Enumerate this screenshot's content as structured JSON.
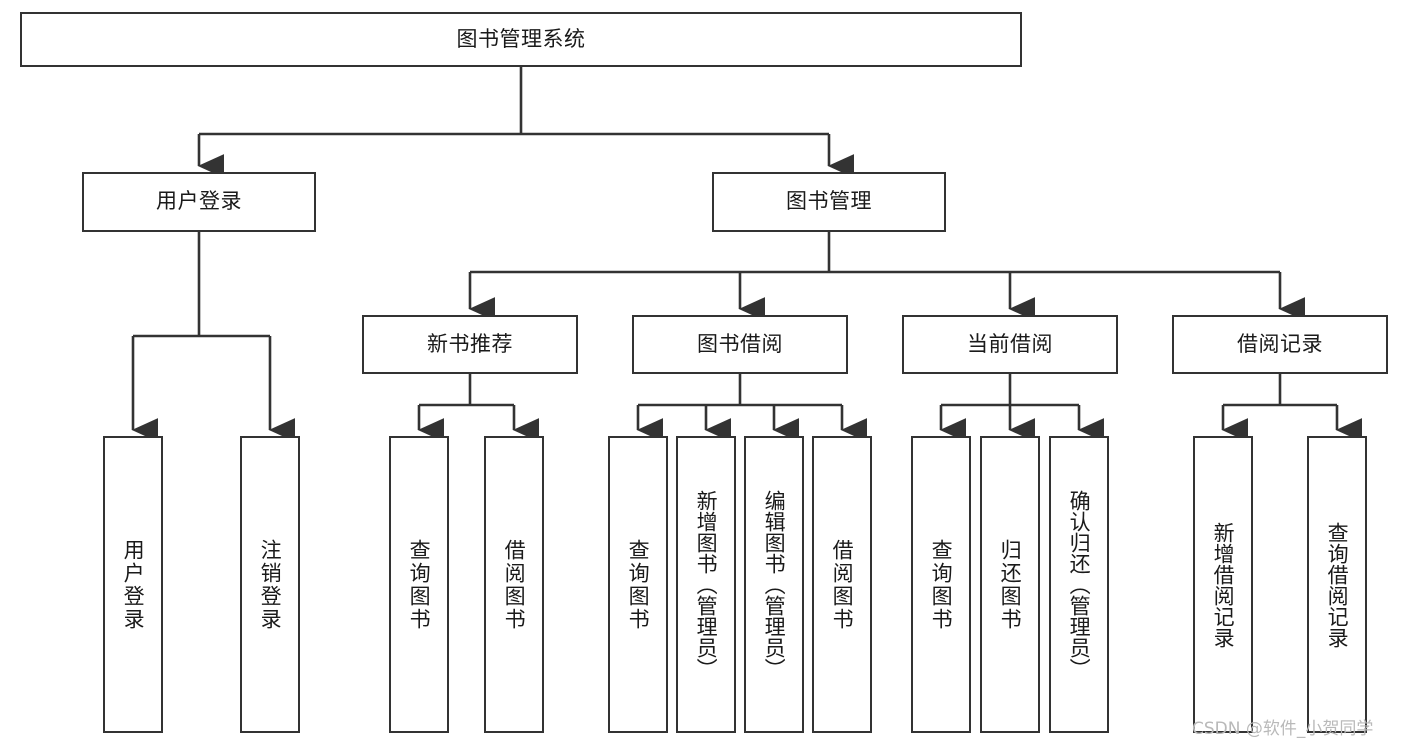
{
  "diagram": {
    "title": "图书管理系统",
    "type": "tree-hierarchy-chart",
    "colors": {
      "box_border": "#333333",
      "box_fill": "#ffffff",
      "edge": "#333333",
      "text": "#1a1a1a",
      "watermark": "#b9b9b9",
      "background": "#ffffff"
    },
    "root": {
      "label": "图书管理系统"
    },
    "level2": [
      {
        "label": "用户登录"
      },
      {
        "label": "图书管理"
      }
    ],
    "level3": [
      {
        "label": "新书推荐"
      },
      {
        "label": "图书借阅"
      },
      {
        "label": "当前借阅"
      },
      {
        "label": "借阅记录"
      }
    ],
    "leaves": {
      "user_login": [
        {
          "label": "用户登录"
        },
        {
          "label": "注销登录"
        }
      ],
      "new_book_recommend": [
        {
          "label": "查询图书"
        },
        {
          "label": "借阅图书"
        }
      ],
      "book_borrow": [
        {
          "label": "查询图书"
        },
        {
          "label": "新增图书（管理员）"
        },
        {
          "label": "编辑图书（管理员）"
        },
        {
          "label": "借阅图书"
        }
      ],
      "current_borrow": [
        {
          "label": "查询图书"
        },
        {
          "label": "归还图书"
        },
        {
          "label": "确认归还（管理员）"
        }
      ],
      "borrow_record": [
        {
          "label": "新增借阅记录"
        },
        {
          "label": "查询借阅记录"
        }
      ]
    }
  },
  "watermark": {
    "text": "CSDN @软件_小贺同学"
  }
}
